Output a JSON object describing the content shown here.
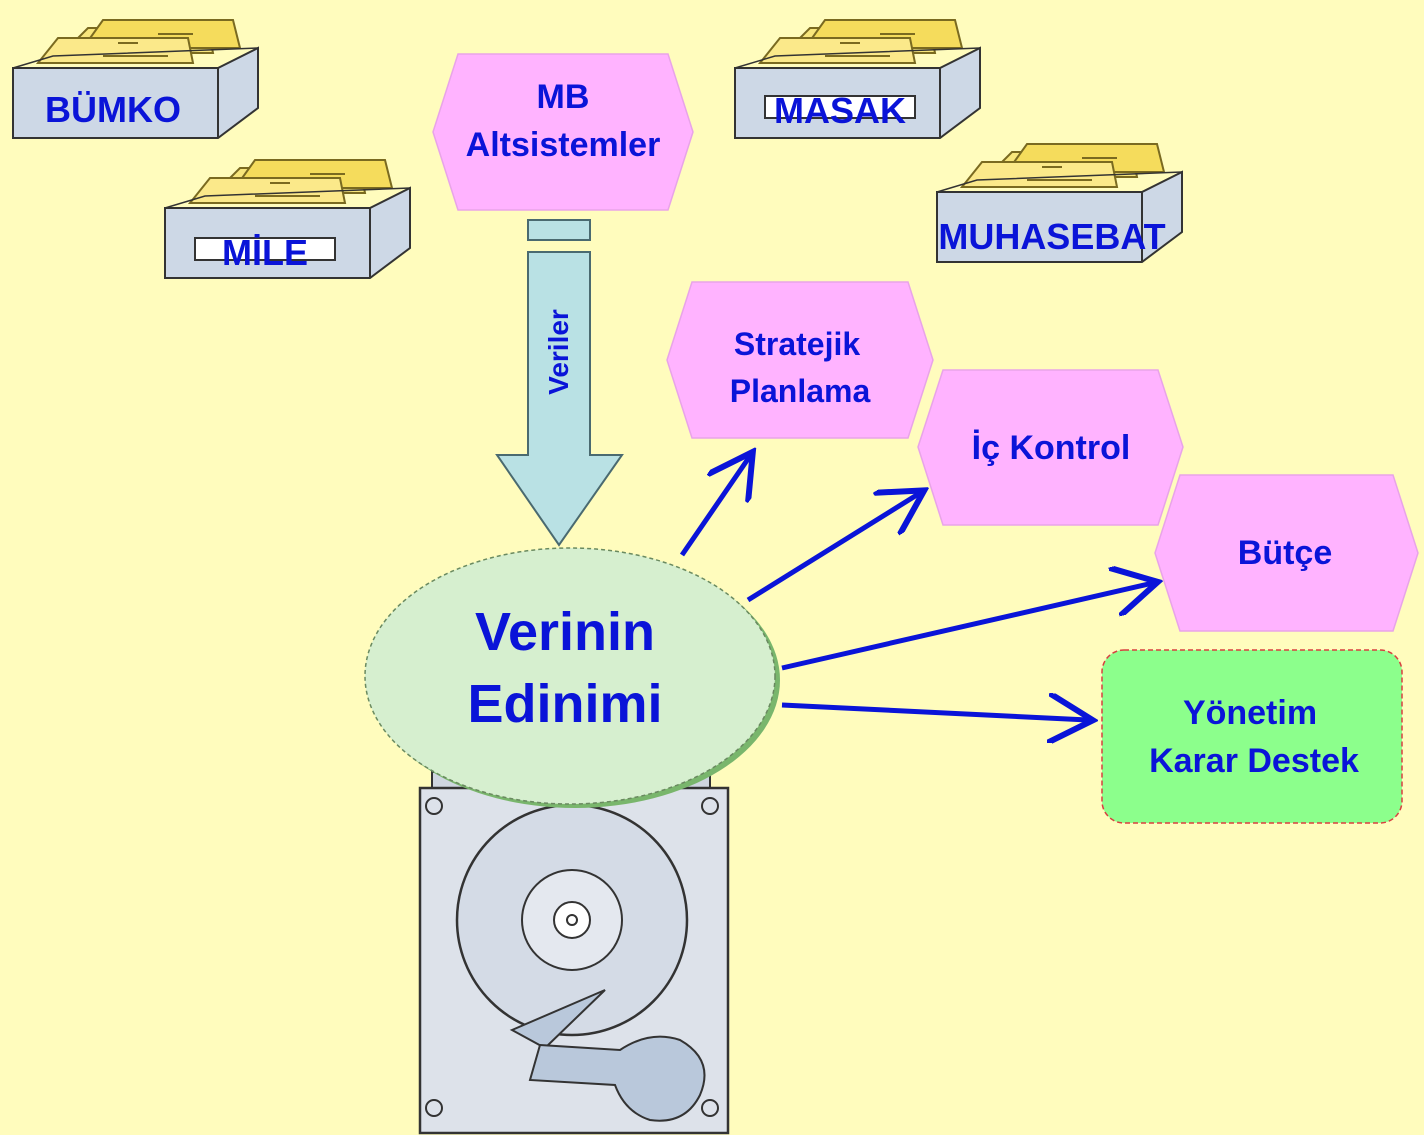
{
  "sources": {
    "bumko": "BÜMKO",
    "mile": "MİLE",
    "masak": "MASAK",
    "muhasebat": "MUHASEBAT"
  },
  "mb": {
    "line1": "MB",
    "line2": "Altsistemler"
  },
  "arrow_label": "Veriler",
  "center": {
    "line1": "Verinin",
    "line2": "Edinimi"
  },
  "outputs": {
    "stratejik": {
      "line1": "Stratejik",
      "line2": "Planlama"
    },
    "ic_kontrol": "İç Kontrol",
    "butce": "Bütçe",
    "yonetim": {
      "line1": "Yönetim",
      "line2": "Karar Destek"
    }
  },
  "colors": {
    "background": "#fffcbd",
    "text": "#0a14d8",
    "hexagon": "#ffb3ff",
    "ellipse": "#d6efcf",
    "decision_box": "#8cff8c",
    "arrow": "#0a14d8",
    "data_arrow": "#b9e1e4",
    "folder": "#f8e67c",
    "box": "#cdd8e6",
    "disk": "#dde2ea"
  }
}
